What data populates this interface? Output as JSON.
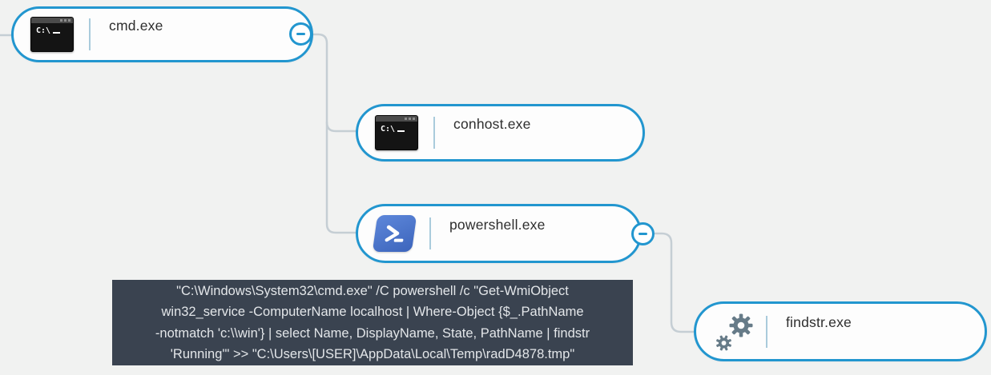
{
  "app": {
    "view": "process-tree-graph"
  },
  "colors": {
    "node_border": "#2296cf",
    "node_background": "#fdfdfd",
    "connector": "#c5ced4",
    "label_text": "#2e2e2e",
    "tooltip_background": "#3a4350",
    "tooltip_text": "#e3e6e9",
    "gear_icon": "#667b88",
    "powershell_icon_blue": "#4a72c9",
    "page_background": "#f1f2f1"
  },
  "nodes": [
    {
      "id": "cmd",
      "label": "cmd.exe",
      "icon": "terminal-icon",
      "collapsible": true
    },
    {
      "id": "conhost",
      "label": "conhost.exe",
      "icon": "terminal-icon",
      "collapsible": false
    },
    {
      "id": "powershell",
      "label": "powershell.exe",
      "icon": "powershell-icon",
      "collapsible": true
    },
    {
      "id": "findstr",
      "label": "findstr.exe",
      "icon": "gears-icon",
      "collapsible": false
    }
  ],
  "icons": {
    "terminal_prompt": "C:\\"
  },
  "tooltip": {
    "command_full": "\"C:\\Windows\\System32\\cmd.exe\" /C powershell /c \"Get-WmiObject win32_service -ComputerName localhost | Where-Object {$_.PathName -notmatch 'c:\\\\win'} | select Name, DisplayName, State, PathName | findstr 'Running'\" >> \"C:\\Users\\[USER]\\AppData\\Local\\Temp\\radD4878.tmp\"",
    "lines": [
      "\"C:\\Windows\\System32\\cmd.exe\" /C powershell /c \"Get-WmiObject",
      "win32_service -ComputerName localhost | Where-Object {$_.PathName",
      "-notmatch 'c:\\\\win'} | select Name, DisplayName, State, PathName | findstr",
      "'Running'\" >> \"C:\\Users\\[USER]\\AppData\\Local\\Temp\\radD4878.tmp\""
    ]
  }
}
